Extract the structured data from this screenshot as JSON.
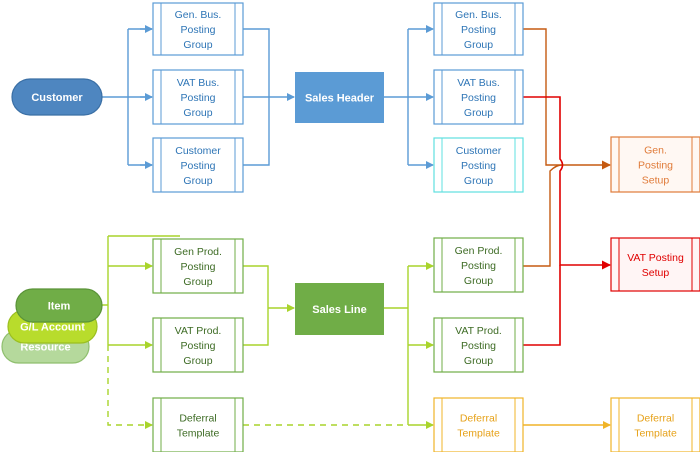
{
  "colors": {
    "blue": "#5b9bd5",
    "blue_dark": "#2e75b6",
    "cyan": "#33cccc",
    "green": "#70ad47",
    "lime": "#a9d42c",
    "orange": "#c55a11",
    "red": "#e00000",
    "gold": "#f0b428"
  },
  "diagram": {
    "customer": "Customer",
    "sales_header": "Sales Header",
    "sales_line": "Sales Line",
    "item": "Item",
    "gl_account": "G/L Account",
    "resource": "Resource",
    "left_header_groups": [
      [
        "Gen. Bus.",
        "Posting",
        "Group"
      ],
      [
        "VAT Bus.",
        "Posting",
        "Group"
      ],
      [
        "Customer",
        "Posting",
        "Group"
      ]
    ],
    "right_header_groups": [
      [
        "Gen. Bus.",
        "Posting",
        "Group"
      ],
      [
        "VAT Bus.",
        "Posting",
        "Group"
      ],
      [
        "Customer",
        "Posting",
        "Group"
      ]
    ],
    "left_line_groups": [
      [
        "Gen Prod.",
        "Posting",
        "Group"
      ],
      [
        "VAT Prod.",
        "Posting",
        "Group"
      ],
      [
        "Deferral",
        "Template"
      ]
    ],
    "right_line_groups": [
      [
        "Gen Prod.",
        "Posting",
        "Group"
      ],
      [
        "VAT Prod.",
        "Posting",
        "Group"
      ],
      [
        "Deferral",
        "Template"
      ]
    ],
    "gen_posting_setup": [
      "Gen.",
      "Posting",
      "Setup"
    ],
    "vat_posting_setup": [
      "VAT Posting",
      "Setup"
    ],
    "deferral_template_final": [
      "Deferral",
      "Template"
    ]
  }
}
